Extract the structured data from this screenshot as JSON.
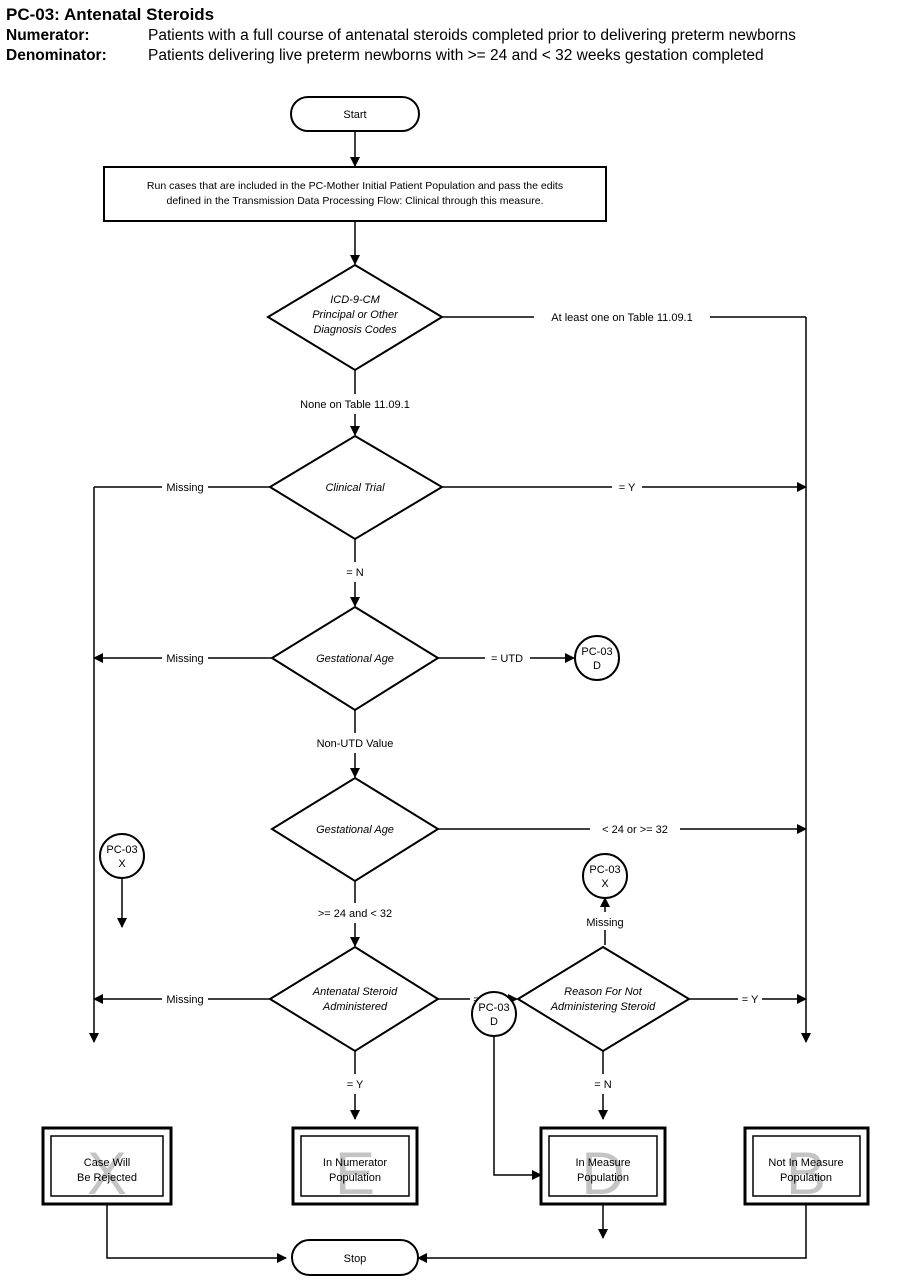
{
  "header": {
    "title": "PC-03:  Antenatal Steroids",
    "numerator_label": "Numerator:",
    "numerator_text": "Patients with a full course of antenatal steroids completed prior to delivering  preterm newborns",
    "denominator_label": "Denominator:",
    "denominator_text": "Patients delivering live preterm newborns with >= 24 and < 32 weeks gestation completed"
  },
  "flow": {
    "start": "Start",
    "stop": "Stop",
    "run_cases_line1": "Run cases that are included in the PC-Mother Initial Patient Population and pass the edits",
    "run_cases_line2": "defined in the Transmission Data Processing Flow: Clinical through this measure.",
    "decisions": {
      "icd_line1": "ICD-9-CM",
      "icd_line2": "Principal or Other",
      "icd_line3": "Diagnosis Codes",
      "clinical_trial": "Clinical Trial",
      "gest_age_1": "Gestational Age",
      "gest_age_2": "Gestational Age",
      "steroid_line1": "Antenatal Steroid",
      "steroid_line2": "Administered",
      "reason_line1": "Reason For Not",
      "reason_line2": "Administering Steroid"
    },
    "edge_labels": {
      "icd_table": "At least one on Table 11.09.1",
      "icd_none": "None on Table 11.09.1",
      "ct_missing": "Missing",
      "ct_y": "= Y",
      "ct_n": "= N",
      "ga1_missing": "Missing",
      "ga1_utd": "= UTD",
      "ga1_value": "Non-UTD Value",
      "ga2_range": "< 24 or >= 32",
      "ga2_ok": ">= 24 and < 32",
      "st_missing": "Missing",
      "st_n": "= N",
      "st_y": "= Y",
      "rs_y": "= Y",
      "rs_n": "= N",
      "rs_missing": "Missing"
    },
    "connectors": {
      "pc03_line1": "PC-03",
      "x": "X",
      "d": "D"
    },
    "outcomes": {
      "x_line1": "Case Will",
      "x_line2": "Be Rejected",
      "x_letter": "X",
      "e_line1": "In Numerator",
      "e_line2": "Population",
      "e_letter": "E",
      "d_line1": "In Measure",
      "d_line2": "Population",
      "d_letter": "D",
      "b_line1": "Not In Measure",
      "b_line2": "Population",
      "b_letter": "B"
    }
  }
}
